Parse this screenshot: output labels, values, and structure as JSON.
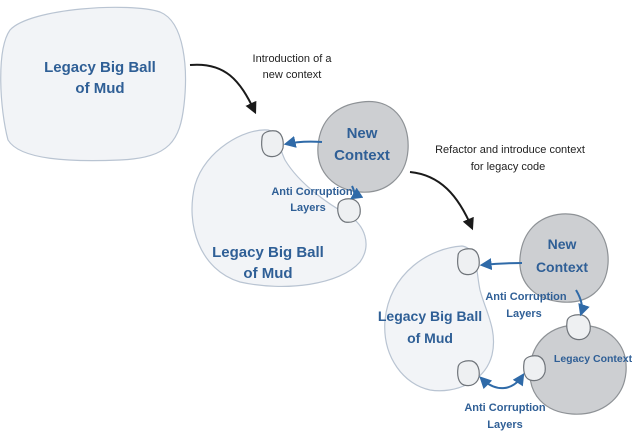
{
  "diagram": {
    "step1": {
      "legacy_line1": "Legacy Big Ball",
      "legacy_line2": "of Mud"
    },
    "transition1": {
      "line1": "Introduction of a",
      "line2": "new context"
    },
    "step2": {
      "new_context_line1": "New",
      "new_context_line2": "Context",
      "acl_line1": "Anti Corruption",
      "acl_line2": "Layers",
      "legacy_line1": "Legacy Big Ball",
      "legacy_line2": "of Mud"
    },
    "transition2": {
      "line1": "Refactor and introduce  context",
      "line2": "for legacy code"
    },
    "step3": {
      "new_context_line1": "New",
      "new_context_line2": "Context",
      "acl_top_line1": "Anti Corruption",
      "acl_top_line2": "Layers",
      "legacy_line1": "Legacy Big Ball",
      "legacy_line2": "of Mud",
      "legacy_context": "Legacy Context",
      "acl_bottom_line1": "Anti Corruption",
      "acl_bottom_line2": "Layers"
    },
    "colors": {
      "label_blue": "#2f5f96",
      "arrow_blue": "#2f6aa8",
      "context_gray": "#cdcfd2",
      "legacy_fill": "#f2f4f7"
    }
  }
}
